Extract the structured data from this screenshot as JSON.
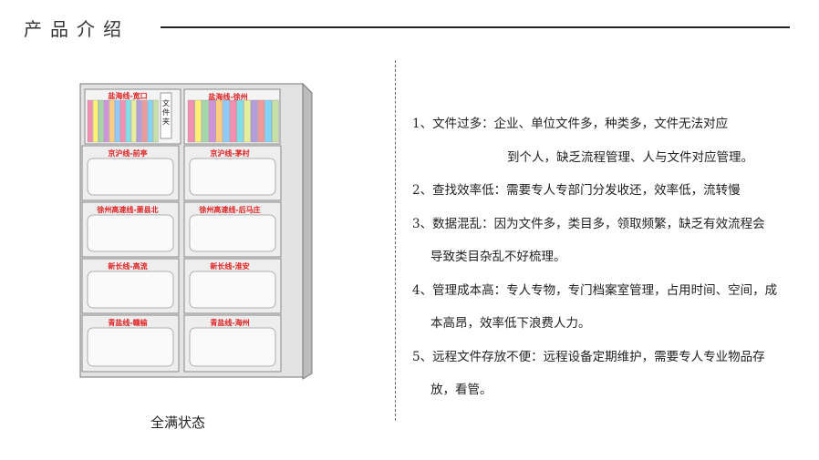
{
  "header": {
    "title": "产品介绍"
  },
  "image": {
    "caption": "全满状态",
    "top_left_label": "盐海线-宽口",
    "top_right_label": "盐海线-徐州",
    "folder_label": "文件夹",
    "drawers": [
      [
        "京沪线-前亭",
        "京沪线-茅村"
      ],
      [
        "徐州高速线-萧县北",
        "徐州高速线-后马庄"
      ],
      [
        "新长线-高流",
        "新长线-淮安"
      ],
      [
        "青盐线-赣榆",
        "青盐线-海州"
      ]
    ],
    "binder_colors": [
      "#f48fb1",
      "#fff176",
      "#a5d6a7",
      "#ce93d8",
      "#ffcc80",
      "#90caf9",
      "#f48fb1",
      "#80deea",
      "#e6ee9c",
      "#b39ddb",
      "#ef9a9a",
      "#81d4fa",
      "#c5e1a5"
    ]
  },
  "items": [
    {
      "lines": [
        "1、文件过多：企业、单位文件多，种类多，文件无法对应",
        "到个人，缺乏流程管理、人与文件对应管理。"
      ]
    },
    {
      "lines": [
        "2、查找效率低：需要专人专部门分发收还，效率低，流转慢"
      ]
    },
    {
      "lines": [
        "3、数据混乱：因为文件多，类目多，领取频繁，缺乏有效流程会",
        "导致类目杂乱不好梳理。"
      ]
    },
    {
      "lines": [
        "4、管理成本高：专人专物，专门档案室管理，占用时间、空间，成",
        "本高昂，效率低下浪费人力。"
      ]
    },
    {
      "lines": [
        "5、远程文件存放不便：远程设备定期维护，需要专人专业物品存",
        "放，看管。"
      ]
    }
  ]
}
